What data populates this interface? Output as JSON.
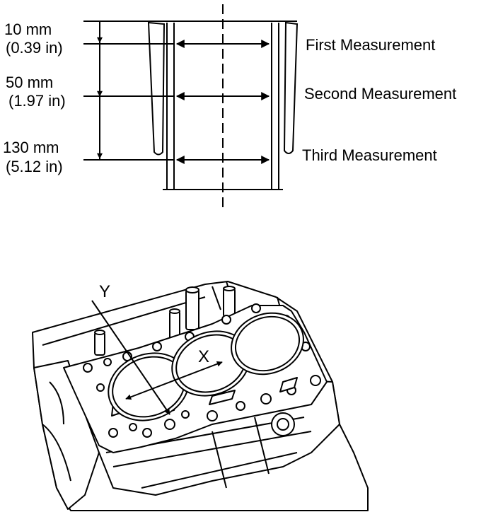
{
  "measurement_points": [
    {
      "id": "first",
      "depth_mm": "10 mm",
      "depth_in": "(0.39 in)",
      "label": "First Measurement"
    },
    {
      "id": "second",
      "depth_mm": "50 mm",
      "depth_in": "(1.97 in)",
      "label": "Second Measurement"
    },
    {
      "id": "third",
      "depth_mm": "130 mm",
      "depth_in": "(5.12 in)",
      "label": "Third Measurement"
    }
  ],
  "bore_axes": {
    "thrust_axis": "X",
    "axial_axis": "Y"
  },
  "colors": {
    "ink": "#000000",
    "paper": "#ffffff"
  }
}
